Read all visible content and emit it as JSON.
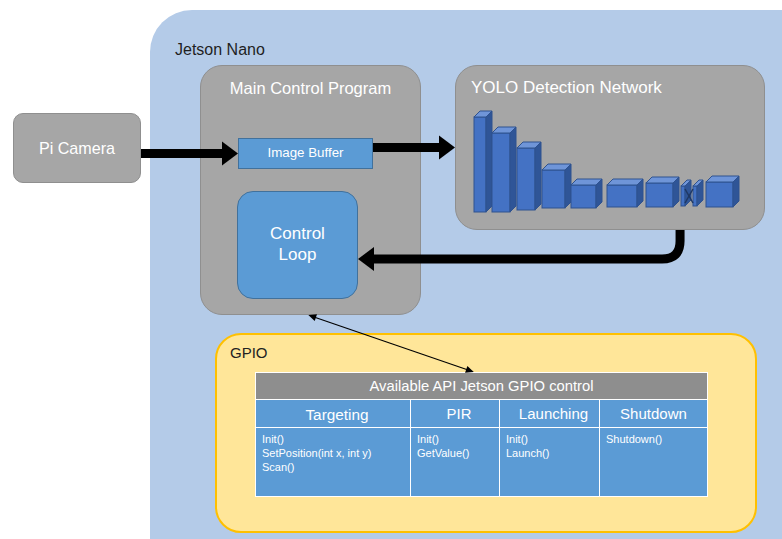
{
  "diagram": {
    "nodes": [
      {
        "text": [
          "Pi Camera"
        ]
      },
      {
        "text": [
          "Jetson Nano"
        ]
      },
      {
        "text": [
          "Main Control Program"
        ],
        "in": 1
      },
      {
        "text": [
          "Image Buffer"
        ],
        "in": 2
      },
      {
        "text": [
          "Control Loop"
        ],
        "in": 2
      },
      {
        "text": [
          "YOLO Detection Network"
        ],
        "in": 1
      },
      {
        "text": [
          "GPIO"
        ],
        "in": 1
      },
      {
        "text": [
          "Available API Jetson GPIO control"
        ],
        "in": 6
      },
      {
        "text": [
          "Targeting",
          "Init()",
          "SetPosition(int x, int y)",
          "Scan()"
        ],
        "in": 6
      },
      {
        "text": [
          "PIR",
          "Init()",
          "GetValue()"
        ],
        "in": 6
      },
      {
        "text": [
          "Launching",
          "Init()",
          "Launch()"
        ],
        "in": 6
      },
      {
        "text": [
          "Shutdown",
          "Shutdown()"
        ],
        "in": 6
      }
    ],
    "edges": [
      {
        "from": 0,
        "to": 3,
        "arrow": "to"
      },
      {
        "from": 3,
        "to": 5,
        "arrow": "to"
      },
      {
        "from": 5,
        "to": 4,
        "arrow": "to"
      },
      {
        "from": 2,
        "to": 7,
        "arrow": "both"
      }
    ]
  }
}
